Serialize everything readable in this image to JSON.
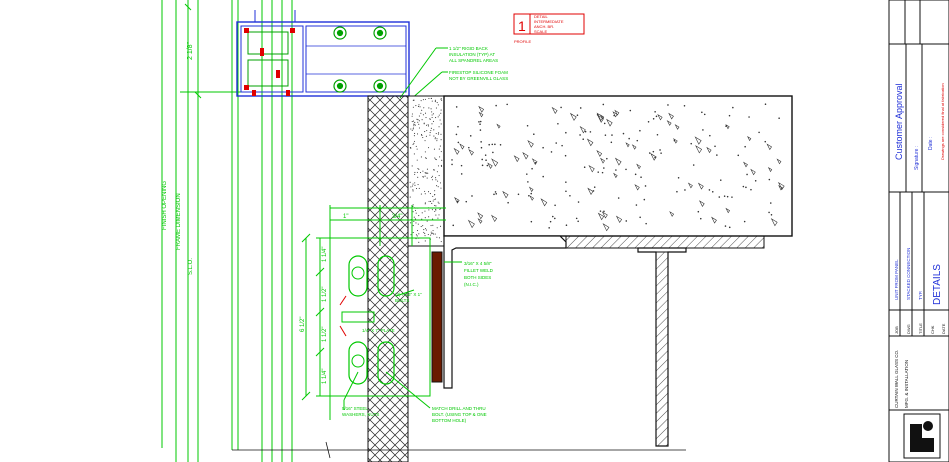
{
  "detail_tag": {
    "number": "1",
    "lines": [
      "DETAIL",
      "INTERMEDIATE",
      "ANCH. BR.",
      "SCALE"
    ],
    "prefix": "PROFILE"
  },
  "dimensions": {
    "upper_left": "2 1/8\"",
    "bracket_height": "6 1/2\"",
    "bracket_top": "1 1/4\"",
    "bracket_mid1": "1 1/2\"",
    "bracket_mid2": "1 1/2\"",
    "bracket_bottom": "1 1/4\"",
    "width_a": "1\"",
    "width_b": "3/4\"",
    "left_vertical_1": "FINISH OPENING",
    "left_vertical_2": "FRAME DIMENSION",
    "left_vertical_3": "S.L.O."
  },
  "callouts": {
    "insulation": [
      "1 1/2\" RIGID BACK",
      "INSULATION (TYP) AT",
      "ALL SPANDREL AREAS"
    ],
    "firestop": [
      "FIRESTOP SILICONE FOAM",
      "NOT BY GREENVILL GLASS"
    ],
    "fillet_weld": [
      "3/16\" X 4 5/8\"",
      "FILLET WELD",
      "BOTH SIDES",
      "(N.I.C.)"
    ],
    "bolt": [
      "(4) 7/16\" X 1\"",
      "BOLTS"
    ],
    "plate": [
      "1/4\" X 7\" PLATE"
    ],
    "washers": [
      "5/16\" STEEL",
      "WASHERS, NUTS"
    ],
    "match_drill": [
      "MATCH DRILL AND THRU",
      "BOLT. (USING TOP & ONE",
      "BOTTOM HOLE)"
    ]
  },
  "title_block": {
    "approval_heading": "Customer Approval",
    "signature_label": "Signature :",
    "date_label": "Date :",
    "legal_note": "Drawings are considered final at fabrication",
    "sheet_title": "DETAILS",
    "rows": [
      "JOB",
      "DWG",
      "TITLE",
      "CHK",
      "DATE"
    ],
    "job_values": [
      "UNIT FROM PANEL",
      "STACKED CONNECTION",
      "TYP."
    ],
    "company_lines": [
      "CURTAIN WALL GLASS CO.",
      "MFG. & INSTALLATION"
    ]
  },
  "colors": {
    "cad_green": "#00c800",
    "mullion_blue": "#2030d8",
    "red_markers": "#e00000",
    "gasket_brown": "#6a1a00",
    "black_line": "#111111"
  }
}
